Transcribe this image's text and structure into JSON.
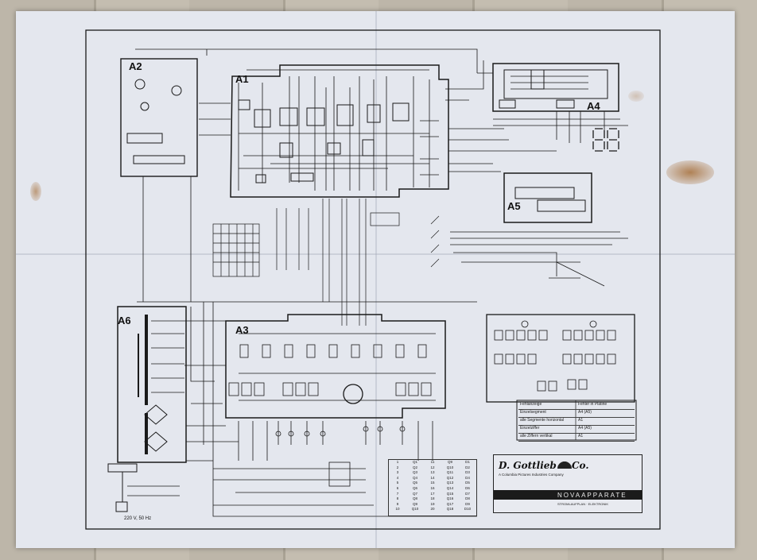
{
  "sheet": {
    "modules": {
      "a1": "A1",
      "a2": "A2",
      "a3": "A3",
      "a4": "A4",
      "a5": "A5",
      "a6": "A6"
    },
    "company": {
      "name": "D. Gottlieb & Co.",
      "subtitle": "A Columbia Pictures Industries Company",
      "series": "NOVAAPPARATE",
      "series_subtitle": "STROMLAUFPLAN · ELEKTRONIK"
    },
    "mains_label": "220 V, 50 Hz",
    "legend_rows": [
      [
        "Fehlanzeige",
        "Fehler in Platine"
      ],
      [
        "Einzelsegment",
        "A4 (A5)"
      ],
      [
        "alle Segmente horizontal",
        "A1"
      ],
      [
        "Einzelziffer",
        "A4 (A5)"
      ],
      [
        "alle Ziffern vertikal",
        "A1"
      ]
    ],
    "code_rows": [
      [
        "1",
        "Q1",
        "11",
        "Q9",
        "D1"
      ],
      [
        "2",
        "Q2",
        "12",
        "Q10",
        "D2"
      ],
      [
        "3",
        "Q3",
        "13",
        "Q11",
        "D3"
      ],
      [
        "4",
        "Q4",
        "14",
        "Q12",
        "D4"
      ],
      [
        "5",
        "Q5",
        "15",
        "Q13",
        "D5"
      ],
      [
        "6",
        "Q6",
        "16",
        "Q14",
        "D6"
      ],
      [
        "7",
        "Q7",
        "17",
        "Q15",
        "D7"
      ],
      [
        "8",
        "Q8",
        "18",
        "Q16",
        "D8"
      ],
      [
        "9",
        "Q9",
        "19",
        "Q17",
        "D9"
      ],
      [
        "10",
        "Q10",
        "20",
        "Q18",
        "D10"
      ]
    ]
  },
  "colors": {
    "ink": "#1a1a1a",
    "paper": "#e4e7ee",
    "stain": "#a2672e"
  }
}
